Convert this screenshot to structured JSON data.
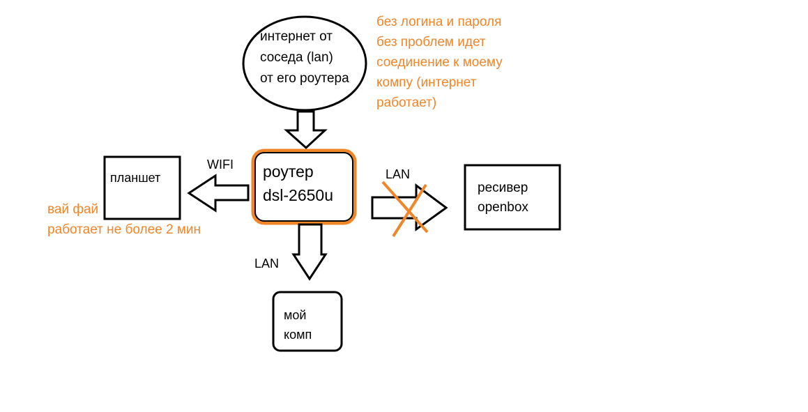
{
  "cloud": {
    "lines": [
      "интернет от",
      "соседа (lan)",
      "от его роутера"
    ]
  },
  "router": {
    "lines": [
      "роутер",
      "dsl-2650u"
    ]
  },
  "tablet": {
    "label": "планшет"
  },
  "receiver": {
    "lines": [
      "ресивер",
      "openbox"
    ]
  },
  "computer": {
    "lines": [
      "мой",
      "комп"
    ]
  },
  "links": {
    "wifi": "WIFI",
    "lan_receiver": "LAN",
    "lan_computer": "LAN"
  },
  "notes": {
    "internet": [
      "без логина и пароля",
      "без проблем идет",
      "соединение к моему",
      "компу (интернет",
      "работает)"
    ],
    "wifi": [
      "вай фай",
      "работает не более 2 мин"
    ]
  },
  "colors": {
    "line": "#000000",
    "accent": "#f0862a",
    "background": "#ffffff"
  }
}
